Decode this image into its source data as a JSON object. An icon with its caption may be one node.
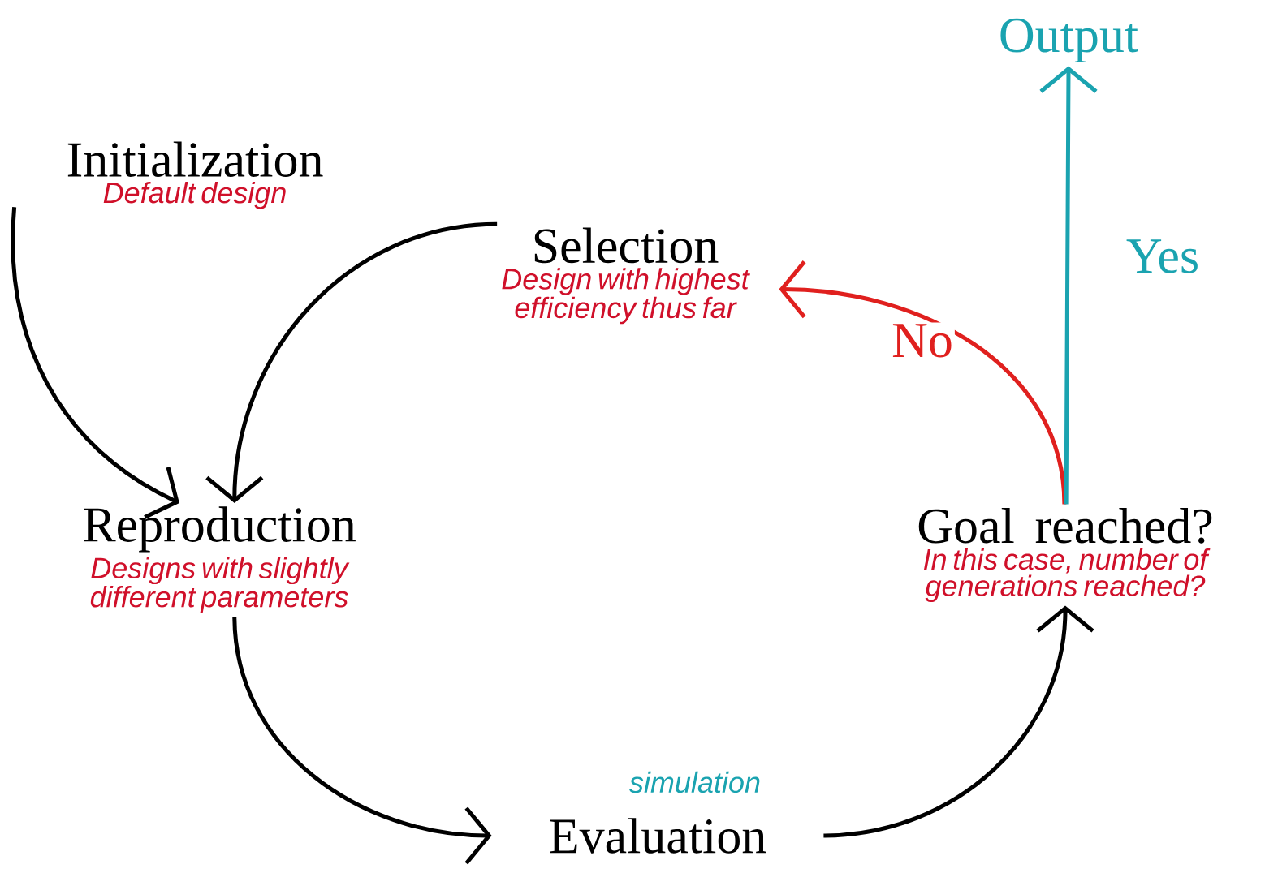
{
  "diagram": {
    "nodes": [
      {
        "text": [
          "Initialization",
          "Default design"
        ]
      },
      {
        "text": [
          "Selection",
          "Design with highest efficiency thus far"
        ]
      },
      {
        "text": [
          "Reproduction",
          "Designs with slightly different parameters"
        ]
      },
      {
        "text": [
          "Evaluation"
        ],
        "beside": [
          "simulation"
        ]
      },
      {
        "text": [
          "Goal reached?",
          "In this case, number of generations reached?"
        ]
      },
      {
        "text": [
          "Output"
        ]
      }
    ],
    "edges": [
      {
        "from": 0,
        "to": 2,
        "arrow": "to"
      },
      {
        "from": 1,
        "to": 2,
        "arrow": "to"
      },
      {
        "from": 2,
        "to": 3,
        "arrow": "to"
      },
      {
        "from": 3,
        "to": 4,
        "arrow": "to"
      },
      {
        "from": 4,
        "to": 1,
        "arrow": "to",
        "label": "No",
        "color": "#e0201e"
      },
      {
        "from": 4,
        "to": 5,
        "arrow": "to",
        "label": "Yes",
        "color": "#1aa3b0"
      }
    ]
  }
}
